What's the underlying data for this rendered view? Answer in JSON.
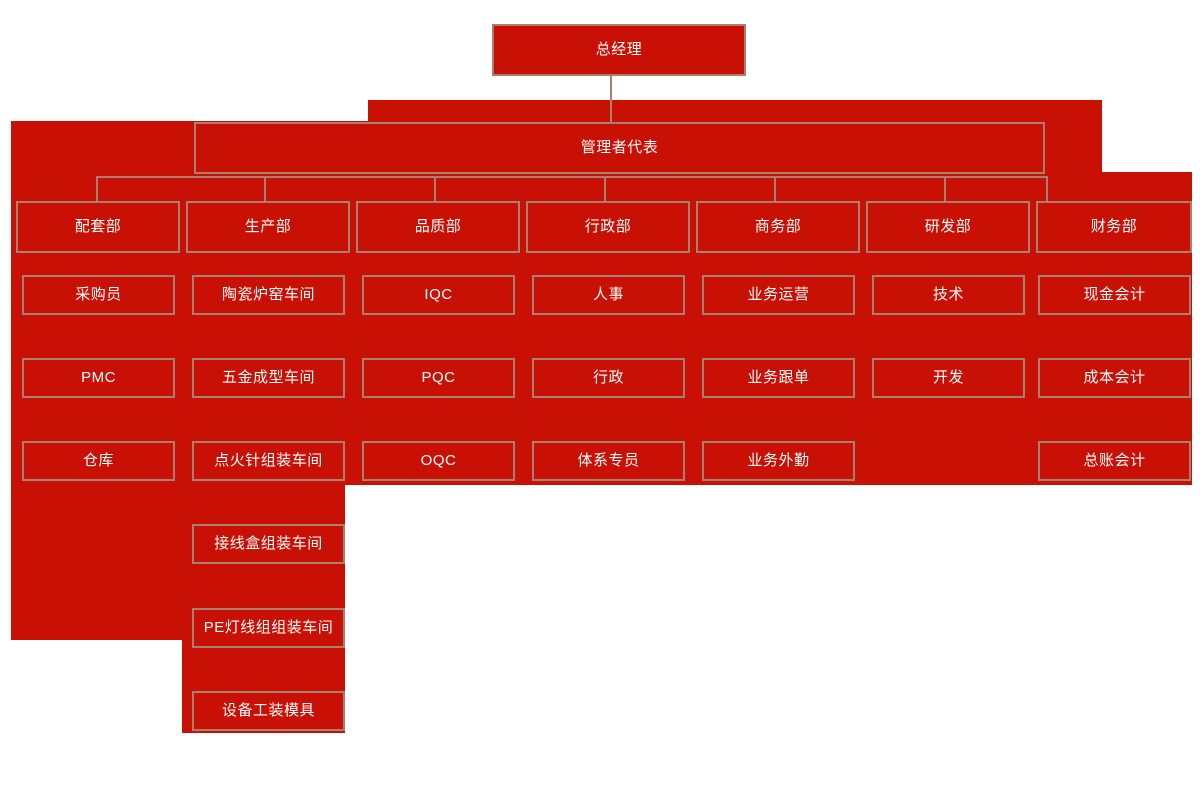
{
  "chart": {
    "type": "org-chart",
    "title_node": "总经理",
    "colors": {
      "node_fill": "#c81005",
      "node_border": "#a78070",
      "text": "#ffffff",
      "page_background": "#ffffff",
      "connector": "#a78070"
    },
    "root": {
      "label": "总经理"
    },
    "level2": {
      "label": "管理者代表"
    },
    "departments": [
      {
        "label": "配套部",
        "children": [
          {
            "label": "采购员"
          },
          {
            "label": "PMC"
          },
          {
            "label": "仓库"
          }
        ]
      },
      {
        "label": "生产部",
        "children": [
          {
            "label": "陶瓷炉窑车间"
          },
          {
            "label": "五金成型车间"
          },
          {
            "label": "点火针组装车间"
          },
          {
            "label": "接线盒组装车间"
          },
          {
            "label": "PE灯线组组装车间"
          },
          {
            "label": "设备工装模具"
          }
        ]
      },
      {
        "label": "品质部",
        "children": [
          {
            "label": "IQC"
          },
          {
            "label": "PQC"
          },
          {
            "label": "OQC"
          }
        ]
      },
      {
        "label": "行政部",
        "children": [
          {
            "label": "人事"
          },
          {
            "label": "行政"
          },
          {
            "label": "体系专员"
          }
        ]
      },
      {
        "label": "商务部",
        "children": [
          {
            "label": "业务运营"
          },
          {
            "label": "业务跟单"
          },
          {
            "label": "业务外勤"
          }
        ]
      },
      {
        "label": "研发部",
        "children": [
          {
            "label": "技术"
          },
          {
            "label": "开发"
          }
        ]
      },
      {
        "label": "财务部",
        "children": [
          {
            "label": "现金会计"
          },
          {
            "label": "成本会计"
          },
          {
            "label": "总账会计"
          }
        ]
      }
    ]
  }
}
